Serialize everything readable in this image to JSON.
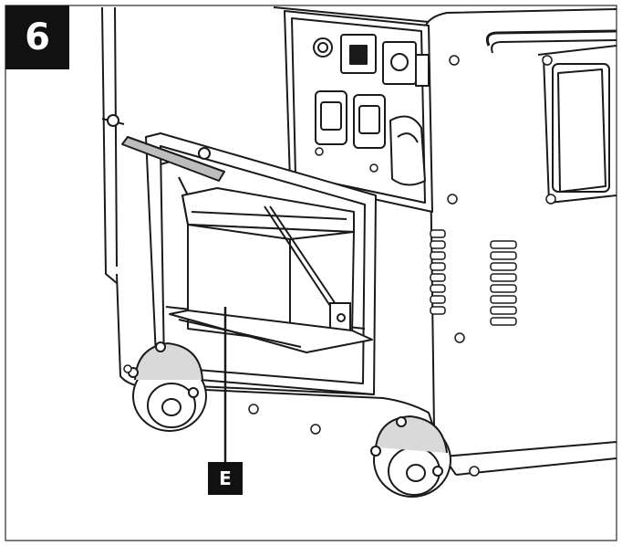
{
  "step": {
    "number": "6"
  },
  "callout": {
    "label": "E"
  },
  "colors": {
    "line": "#1a1a1a",
    "fill": "#ffffff",
    "shade": "#d9d9d9",
    "badge": "#111111",
    "bracket": "#bdbdbd"
  },
  "icons": [
    "step-number-badge",
    "generator-housing",
    "control-panel",
    "battery",
    "wheel",
    "bolt"
  ]
}
